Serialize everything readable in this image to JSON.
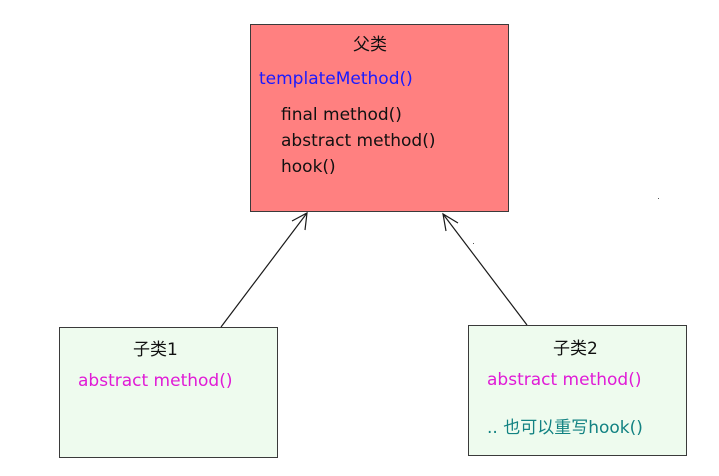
{
  "parent": {
    "title": "父类",
    "template_method": "templateMethod()",
    "methods": [
      "final method()",
      "abstract method()",
      "hook()"
    ]
  },
  "child1": {
    "title": "子类1",
    "method": "abstract method()"
  },
  "child2": {
    "title": "子类2",
    "method": "abstract method()",
    "note": ".. 也可以重写hook()"
  },
  "colors": {
    "parent_fill": "#ff8080",
    "child_fill": "#eefbee",
    "template_method_text": "#1a1aff",
    "abstract_method_text": "#e01bd6",
    "note_text": "#128282"
  }
}
